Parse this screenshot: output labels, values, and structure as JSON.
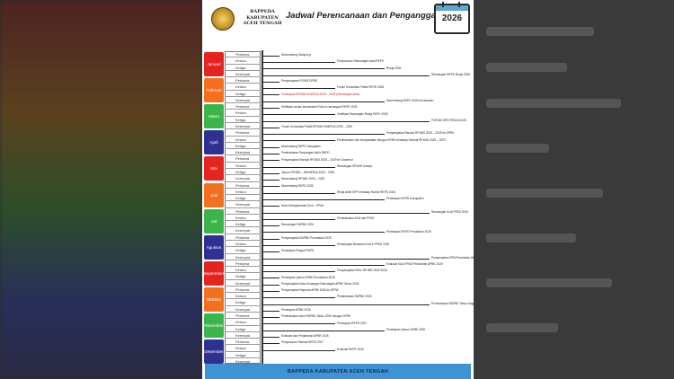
{
  "header": {
    "org_line1": "BAPPEDA",
    "org_line2": "KABUPATEN",
    "org_line3": "ACEH TENGAH",
    "title": "Jadwal Perencanaan dan Penganggaran",
    "year": "2026"
  },
  "weeks": [
    "Pertama",
    "Kedua",
    "Ketiga",
    "Keempat"
  ],
  "months": [
    {
      "name": "Januari",
      "color": "#e52321"
    },
    {
      "name": "Februari",
      "color": "#f37021"
    },
    {
      "name": "Maret",
      "color": "#3bb54a"
    },
    {
      "name": "April",
      "color": "#2e3192"
    },
    {
      "name": "Mei",
      "color": "#e52321"
    },
    {
      "name": "Juni",
      "color": "#f37021"
    },
    {
      "name": "Juli",
      "color": "#3bb54a"
    },
    {
      "name": "Agustus",
      "color": "#2e3192"
    },
    {
      "name": "September",
      "color": "#e52321"
    },
    {
      "name": "Oktober",
      "color": "#f37021"
    },
    {
      "name": "November",
      "color": "#3bb54a"
    },
    {
      "name": "Desember",
      "color": "#2e3192"
    }
  ],
  "events": [
    {
      "text": "Musrenbang Gampong",
      "red": false
    },
    {
      "text": "Penyusunan Rancangan Awal RKPK",
      "red": false
    },
    {
      "text": "Renja 2026",
      "red": false
    },
    {
      "text": "Rancangan RKPK Renja 2026",
      "red": false
    },
    {
      "text": "Penyampaian POKIR DPRD",
      "red": false
    },
    {
      "text": "Forum Konsultasi Publik RKPD 2026",
      "red": false
    },
    {
      "text": "Penetapan RPJMD-KINERJA 2025 – 2029 (Rancangan Awal)",
      "red": true
    },
    {
      "text": "Musrenbang RKPD 2026 Kecamatan",
      "red": false
    },
    {
      "text": "Verifikasi usulan kecamatan Pokir & rancangan RKPD 2025",
      "red": false
    },
    {
      "text": "Verifikasi Rancangan Renja SKPK 2026",
      "red": false
    },
    {
      "text": "FORUM OPD RENJA 2026",
      "red": false
    },
    {
      "text": "Forum Konsultasi Publik RPJMD KINERJA 2025 – 2029",
      "red": false
    },
    {
      "text": "Penyampaian Ranwal RPJMD 2025 – 2029 ke DPRK",
      "red": false
    },
    {
      "text": "Pembahasan dan kesepakatan dengan DPRK terhadap Ranwal RPJMD 2025 – 2029",
      "red": false
    },
    {
      "text": "Musrenbang RKPD Kabupaten",
      "red": false
    },
    {
      "text": "Pembahasan Rancangan Akhir RKPD",
      "red": false
    },
    {
      "text": "Penyampaian Ranwal RPJMD 2025 – 2029 ke Gubernur",
      "red": false
    },
    {
      "text": "Rancangan RPJMD Kinerja",
      "red": false
    },
    {
      "text": "Qanun RPJMD – RKINERJA 2025 – 2029",
      "red": false
    },
    {
      "text": "Musrenbang RPJMD 2025 – 2029",
      "red": false
    },
    {
      "text": "Musrenbang RKPD 2026",
      "red": false
    },
    {
      "text": "Renja Akhir KPP terhadap Ranhir RKPD 2026",
      "red": false
    },
    {
      "text": "Penetapan RKPD Kabupaten",
      "red": false
    },
    {
      "text": "Nota Kesepahaman KUA – PPAS",
      "red": false
    },
    {
      "text": "Rancangan KUA PPAS 2026",
      "red": false
    },
    {
      "text": "Pembahasan KUA dan PPAS",
      "red": false
    },
    {
      "text": "Rancangan RAPBK 2026",
      "red": false
    },
    {
      "text": "Penetapan RKPD Perubahan 2025",
      "red": false
    },
    {
      "text": "Penyampaian RAPBK Perubahan 2025",
      "red": false
    },
    {
      "text": "Persetujuan Bersama KUA & PPAS 2026",
      "red": false
    },
    {
      "text": "Penetapan Pergub RKPD",
      "red": false
    },
    {
      "text": "Penyampaian RPA Perubahan APBK 2025",
      "red": false
    },
    {
      "text": "Evaluasi KUA-PPAS Perubahan APBK 2025",
      "red": false
    },
    {
      "text": "Penyampaian RKA–RPJMD 2025 2026",
      "red": false
    },
    {
      "text": "Penetapan Qanun APBK Perubahan 2025",
      "red": false
    },
    {
      "text": "Penyampaian Nota Keuangan Rancangan APBK Tahun 2026",
      "red": false
    },
    {
      "text": "Penyampaian Raperda APBK 2026 ke DPRK",
      "red": false
    },
    {
      "text": "Pembahasan RAPBK 2026",
      "red": false
    },
    {
      "text": "Pembahasan RAPBK Tahun Anggaran 2026",
      "red": false
    },
    {
      "text": "Penetapan APBK 2026",
      "red": false
    },
    {
      "text": "Pembahasan Akhir RAPBK Tahun 2026 dengan DPRK",
      "red": false
    },
    {
      "text": "Penetapan RKPD 2027",
      "red": false
    },
    {
      "text": "Penetapan Qanun APBK 2026",
      "red": false
    },
    {
      "text": "Evaluasi dan Penjabaran APBK 2026",
      "red": false
    },
    {
      "text": "Penyusunan Ranwal RKPD 2027",
      "red": false
    },
    {
      "text": "Evaluasi RKPK 2026",
      "red": false
    }
  ],
  "footer": "BAPPEDA KABUPATEN ACEH TENGAH"
}
